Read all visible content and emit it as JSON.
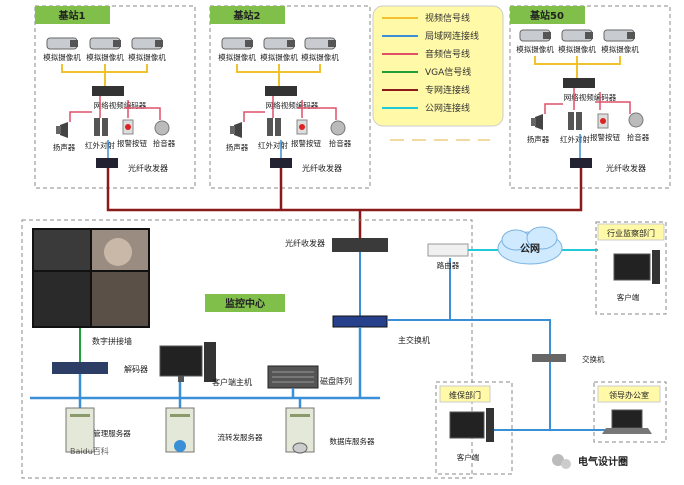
{
  "stations": [
    {
      "name": "基站1",
      "camera_label": "模拟摄像机",
      "encoder_label": "网络视频编码器",
      "speaker_label": "扬声器",
      "ir_label": "红外对射",
      "alarm_label": "报警按钮",
      "pickup_label": "拾音器",
      "transceiver_label": "光纤收发器"
    },
    {
      "name": "基站2",
      "camera_label": "模拟摄像机",
      "encoder_label": "网络视频编码器",
      "speaker_label": "扬声器",
      "ir_label": "红外对射",
      "alarm_label": "报警按钮",
      "pickup_label": "拾音器",
      "transceiver_label": "光纤收发器"
    },
    {
      "name": "基站50",
      "camera_label": "模拟摄像机",
      "encoder_label": "网络视频编码器",
      "speaker_label": "扬声器",
      "ir_label": "红外对射",
      "alarm_label": "报警按钮",
      "pickup_label": "拾音器",
      "transceiver_label": "光纤收发器"
    }
  ],
  "legend": [
    {
      "label": "视频信号线",
      "color": "#f2c12e"
    },
    {
      "label": "局域网连接线",
      "color": "#3a8fd6"
    },
    {
      "label": "音频信号线",
      "color": "#e0506a"
    },
    {
      "label": "VGA信号线",
      "color": "#1f9e3a"
    },
    {
      "label": "专网连接线",
      "color": "#8b1a1a"
    },
    {
      "label": "公网连接线",
      "color": "#22c9d9"
    }
  ],
  "center": {
    "title": "监控中心",
    "transceiver": "光纤收发器",
    "main_switch": "主交换机",
    "video_wall": "数字拼接墙",
    "decoder": "解码器",
    "client_host": "客户端主机",
    "disk_array": "磁盘阵列",
    "mgmt_server": "管理服务器",
    "stream_server": "流转发服务器",
    "db_server": "数据库服务器"
  },
  "external": {
    "router": "路由器",
    "internet": "公网",
    "regulator": "行业监察部门",
    "regulator_client": "客户端",
    "switch": "交换机",
    "maintenance": "维保部门",
    "maintenance_client": "客户端",
    "office": "领导办公室"
  },
  "watermark": {
    "left": "Baidu百科",
    "right": "电气设计圈"
  },
  "colors": {
    "station_header": "#7fbf4a",
    "center_header": "#7fbf4a",
    "legend_bg": "#fff9a8"
  }
}
